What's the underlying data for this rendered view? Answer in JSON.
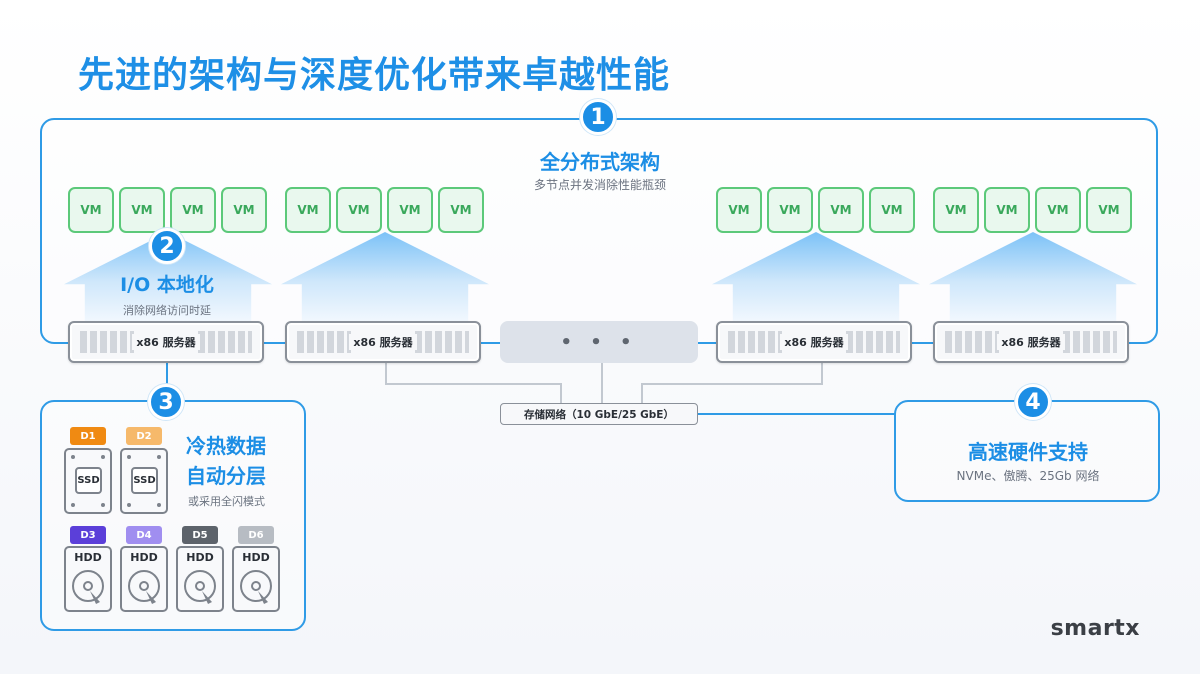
{
  "title": "先进的架构与深度优化带来卓越性能",
  "features": {
    "f1": {
      "num": "1",
      "title": "全分布式架构",
      "subtitle": "多节点并发消除性能瓶颈"
    },
    "f2": {
      "num": "2",
      "title": "I/O 本地化",
      "subtitle": "消除网络访问时延"
    },
    "f3": {
      "num": "3",
      "title_line1": "冷热数据",
      "title_line2": "自动分层",
      "subtitle": "或采用全闪模式"
    },
    "f4": {
      "num": "4",
      "title": "高速硬件支持",
      "subtitle": "NVMe、傲腾、25Gb 网络"
    }
  },
  "vm_label": "VM",
  "server_label": "x86 服务器",
  "ellipsis": "• • •",
  "network_label": "存储网络（10 GbE/25 GbE）",
  "disks": {
    "ssd": [
      {
        "tag": "D1",
        "type": "SSD",
        "color": "#f08a12"
      },
      {
        "tag": "D2",
        "type": "SSD",
        "color": "#f6b96b"
      }
    ],
    "hdd": [
      {
        "tag": "D3",
        "type": "HDD",
        "color": "#5b3fd9"
      },
      {
        "tag": "D4",
        "type": "HDD",
        "color": "#a08ef0"
      },
      {
        "tag": "D5",
        "type": "HDD",
        "color": "#5d636b"
      },
      {
        "tag": "D6",
        "type": "HDD",
        "color": "#b7bcc3"
      }
    ]
  },
  "brand": "smartx",
  "colors": {
    "accent": "#1c8ee5",
    "vm_green": "#5cc97a",
    "frame": "#2f9be6"
  }
}
